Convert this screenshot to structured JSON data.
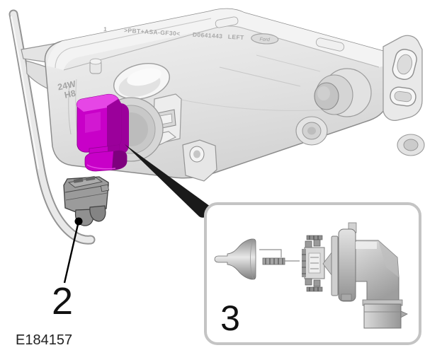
{
  "figure": {
    "code": "E184157"
  },
  "callouts": {
    "connector_label": "2",
    "bulb_label": "3"
  },
  "housing_markings": {
    "mold_number": "1",
    "material_code": ">PBT+ASA-GF30<",
    "part_number": "D0641443",
    "side": "LEFT",
    "brand_logo": "Ford",
    "bulb_spec": [
      "24W",
      "H8"
    ]
  },
  "colors": {
    "magenta_main": "#C800C8",
    "magenta_dark": "#9B009B",
    "magenta_light": "#E646E6",
    "magenta_deep": "#7E007E",
    "inset_border": "#C4C4C4",
    "arrow_black": "#1A1A1A",
    "label_black": "#111111"
  }
}
